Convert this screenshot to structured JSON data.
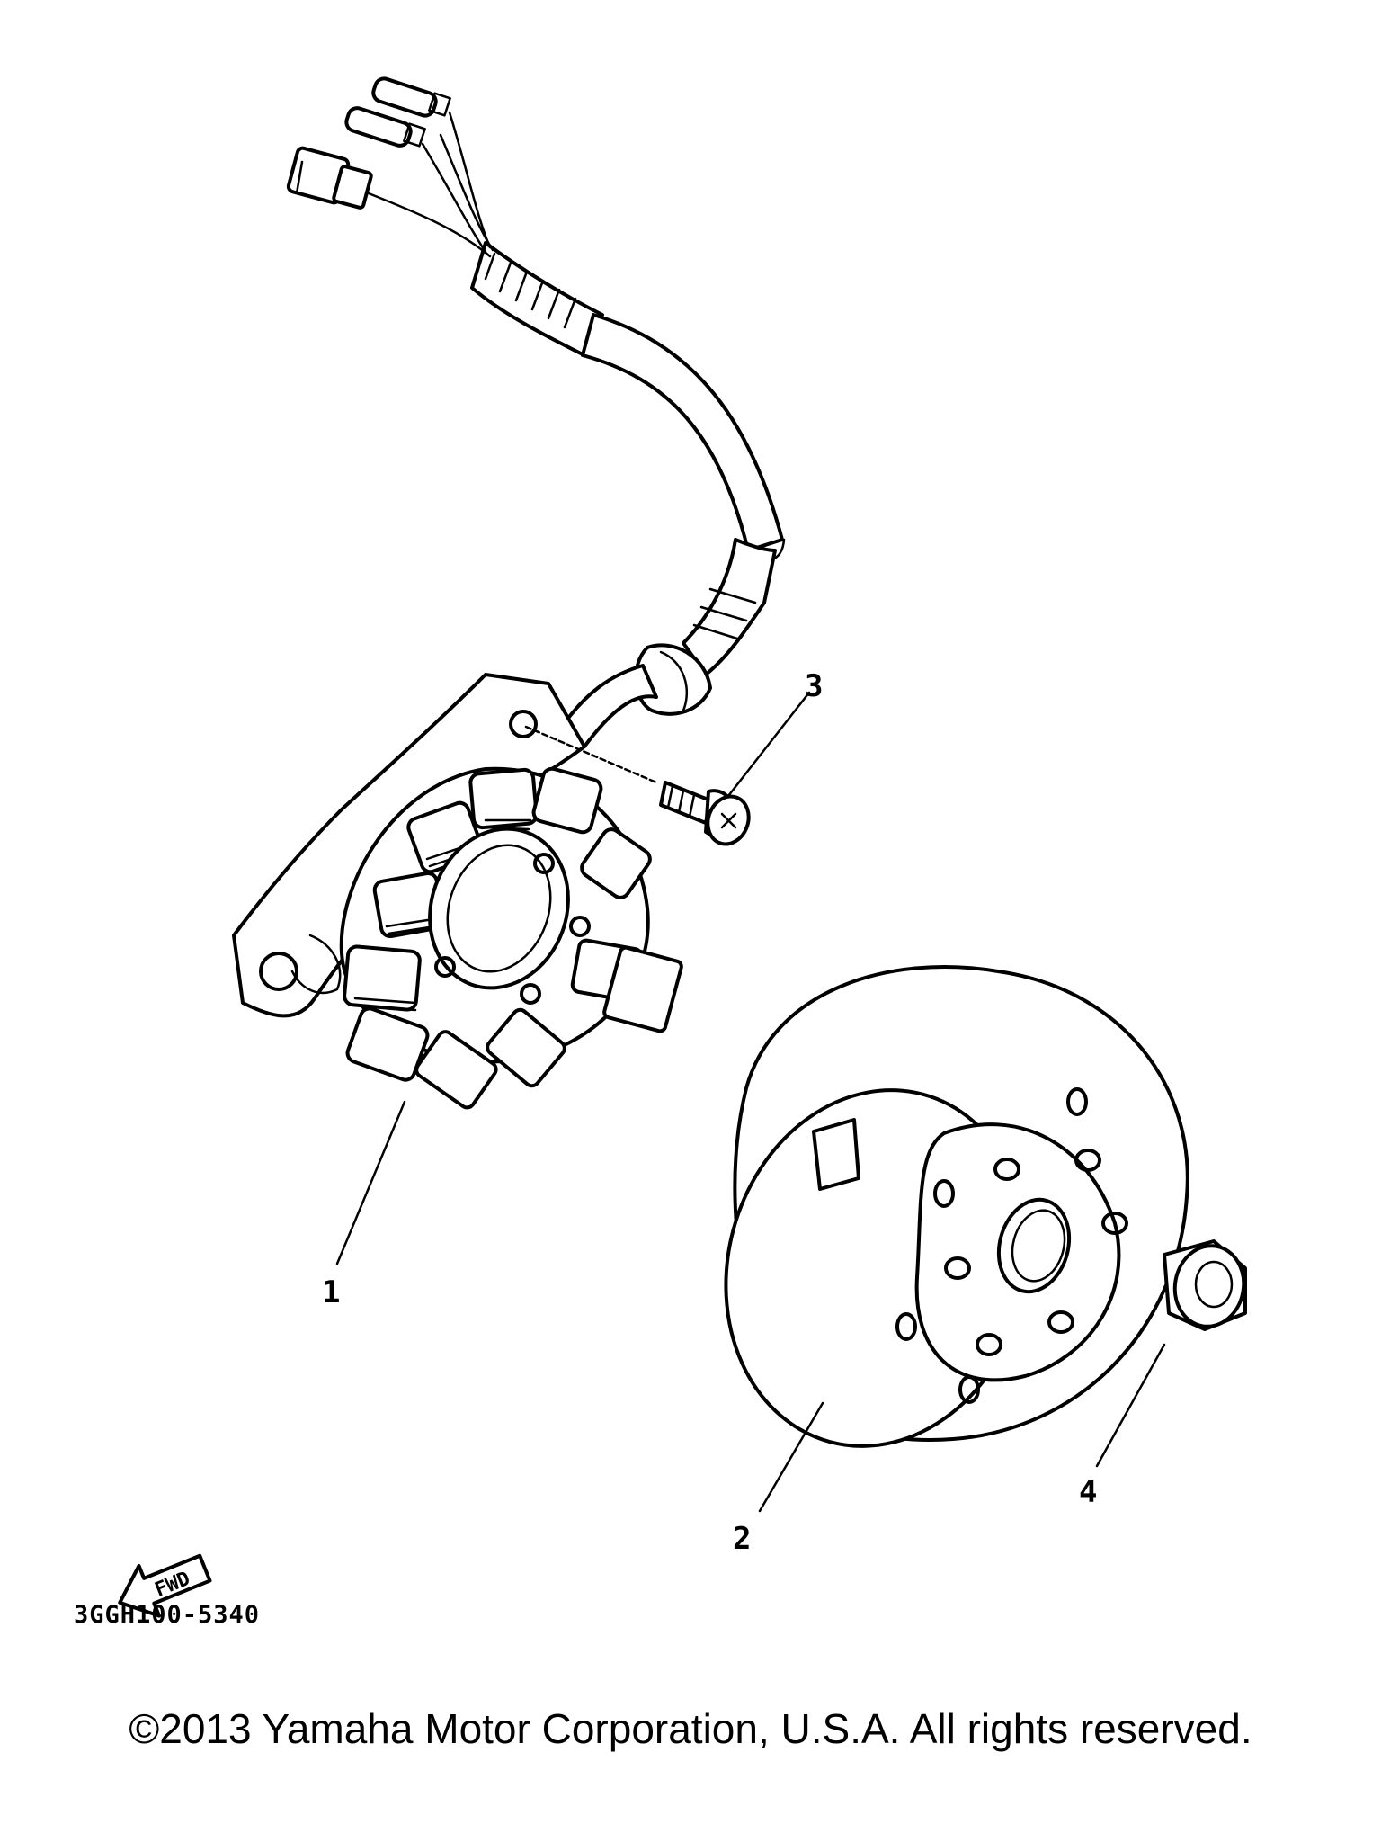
{
  "callouts": [
    {
      "id": "1",
      "label": "1"
    },
    {
      "id": "2",
      "label": "2"
    },
    {
      "id": "3",
      "label": "3"
    },
    {
      "id": "4",
      "label": "4"
    }
  ],
  "fwd_badge": "FWD",
  "part_code": "3GGH100-5340",
  "copyright": "©2013 Yamaha Motor Corporation, U.S.A. All rights reserved."
}
